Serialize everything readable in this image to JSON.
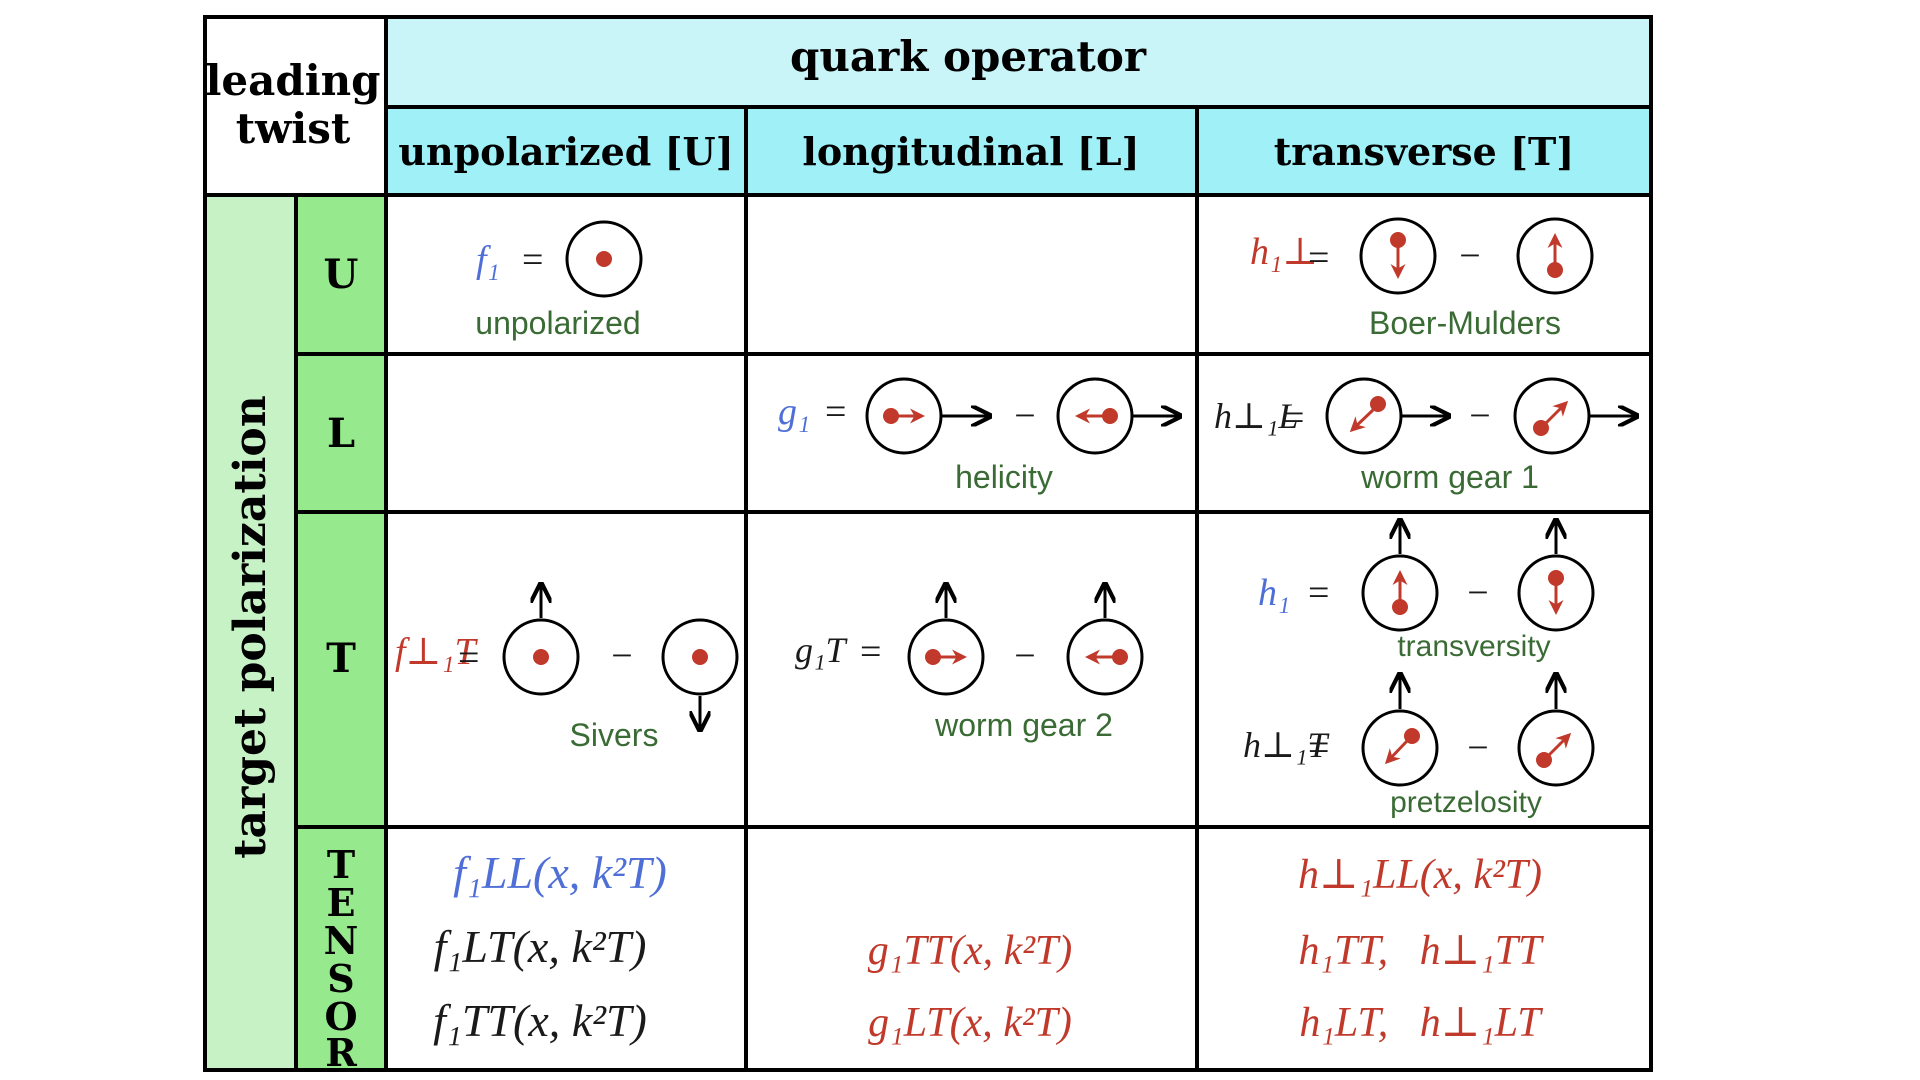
{
  "header": {
    "corner": [
      "leading",
      "twist"
    ],
    "quark_operator": "quark operator",
    "columns": [
      "unpolarized [U]",
      "longitudinal [L]",
      "transverse [T]"
    ]
  },
  "rows": {
    "title": "target polarization",
    "labels": [
      "U",
      "L",
      "T"
    ],
    "tensor_letters": [
      "T",
      "E",
      "N",
      "S",
      "O",
      "R"
    ]
  },
  "captions": {
    "uu": "unpolarized",
    "ut": "Boer-Mulders",
    "ll": "helicity",
    "lt": "worm gear 1",
    "tu": "Sivers",
    "tl": "worm gear 2",
    "tt_a": "transversity",
    "tt_b": "pretzelosity"
  },
  "functions": {
    "f1": "f₁",
    "h1perp": "h₁⊥",
    "g1": "g₁",
    "h1Lperp": "h⊥₁L",
    "f1Tperp": "f⊥₁T",
    "g1T": "g₁T",
    "h1": "h₁",
    "h1Tperp": "h⊥₁T"
  },
  "tensor": {
    "u": [
      "f₁LL(x, k²T)",
      "f₁LT(x, k²T)",
      "f₁TT(x, k²T)"
    ],
    "l": [
      "g₁TT(x, k²T)",
      "g₁LT(x, k²T)"
    ],
    "t": [
      "h⊥₁LL(x, k²T)",
      "h₁TT,   h⊥₁TT",
      "h₁LT,   h⊥₁LT"
    ]
  },
  "colors": {
    "header_top": "#c9f5f9",
    "header_cols": "#9ff0f7",
    "row_title_bg": "#c6f2c6",
    "row_label_bg": "#96e98c",
    "quark_red": "#c0392b",
    "blue_fn": "#4f6fd6",
    "green_caption": "#3a6b35"
  }
}
